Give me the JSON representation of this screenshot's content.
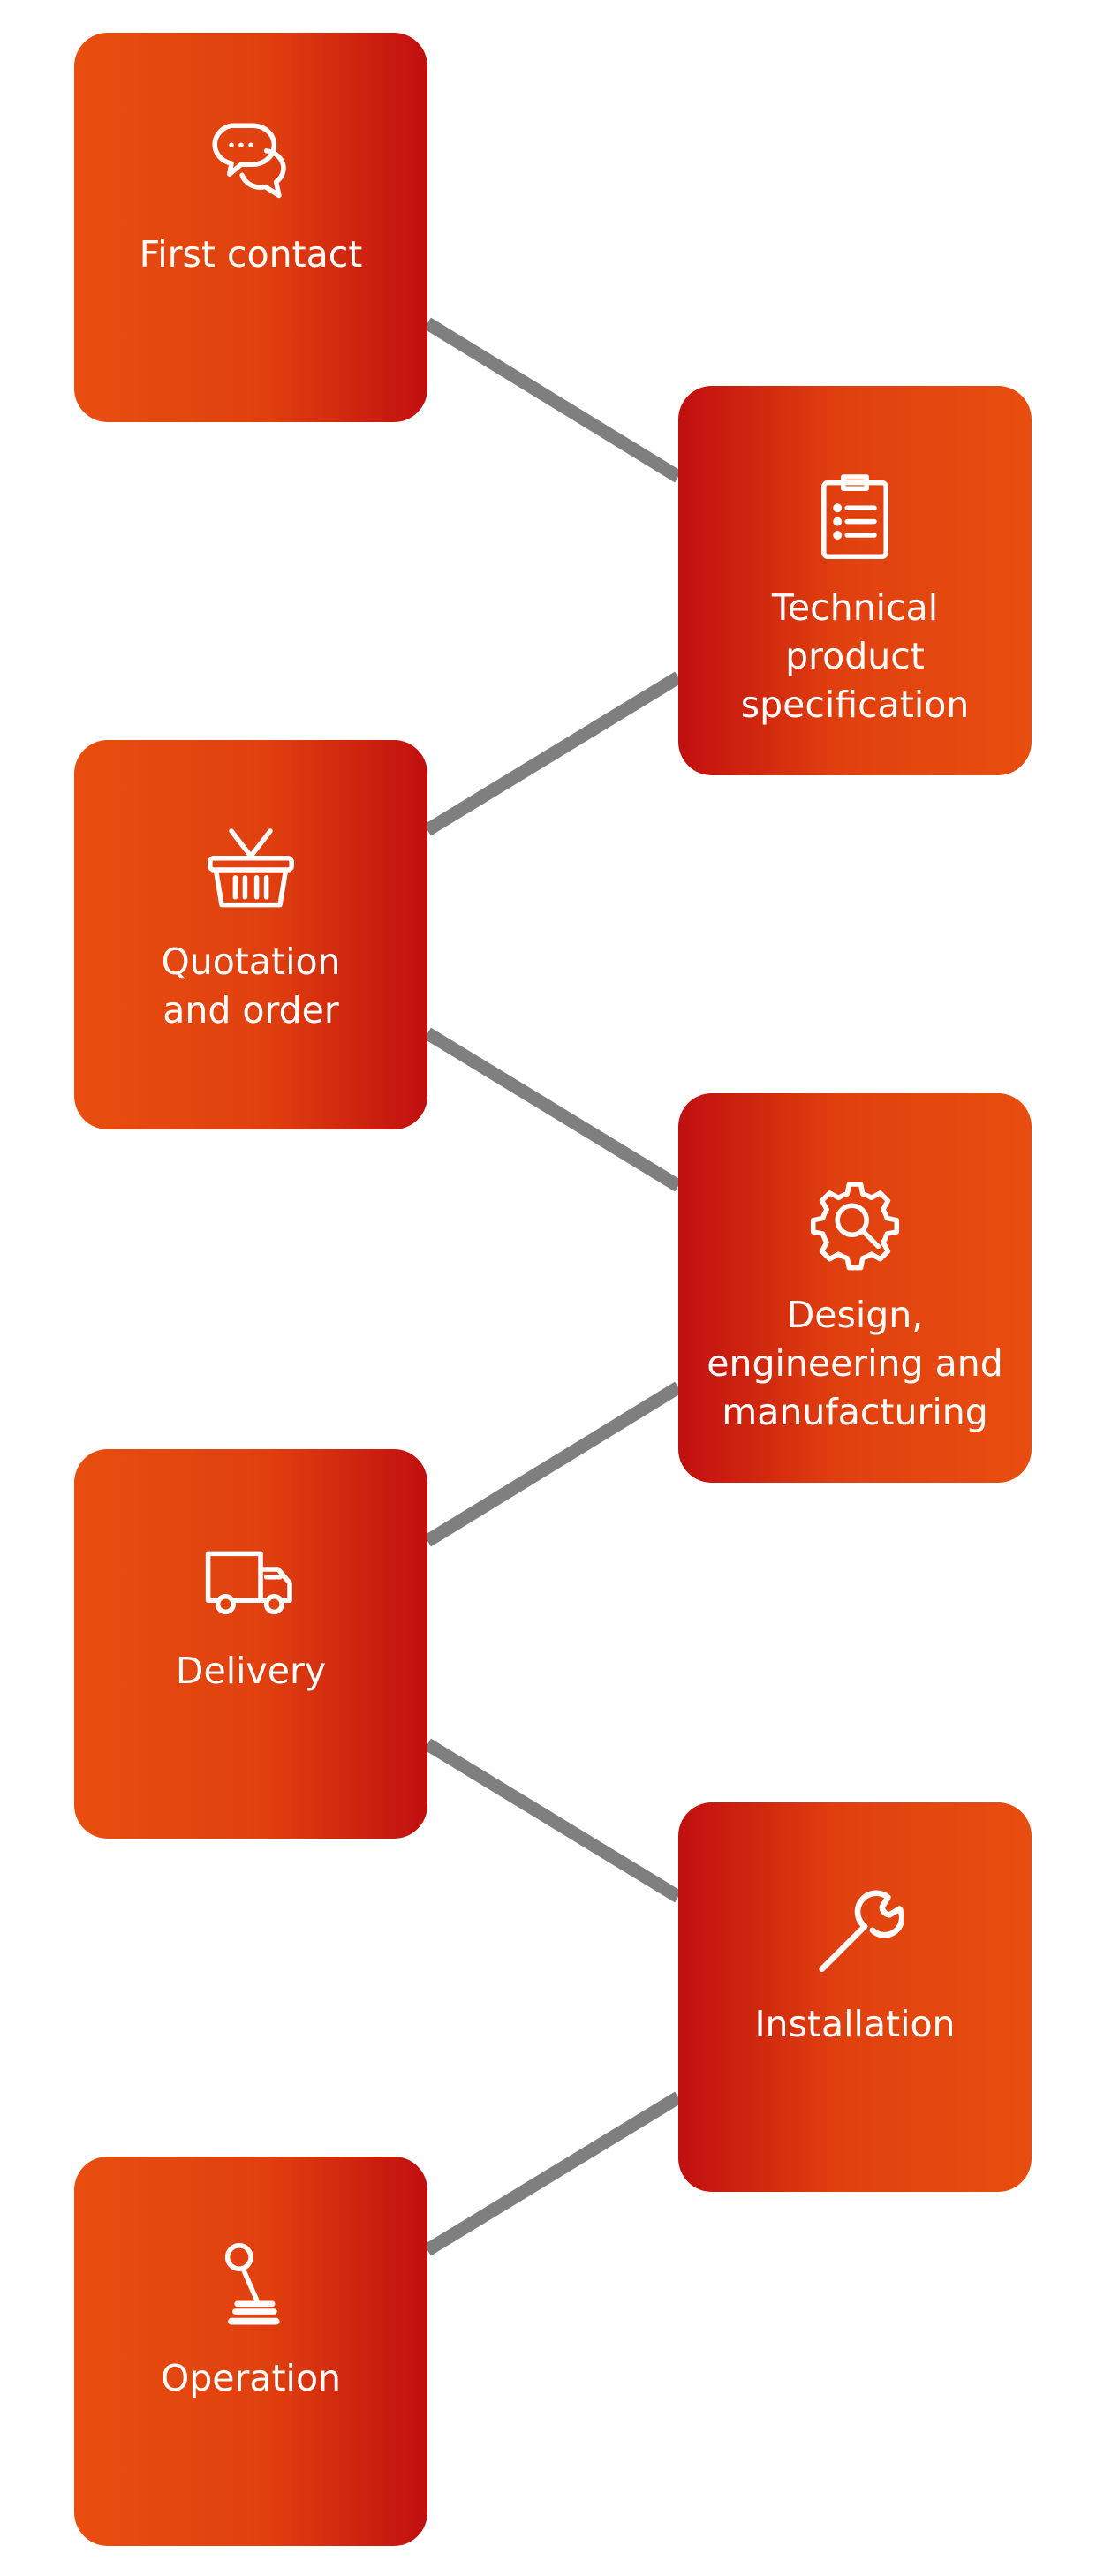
{
  "colors": {
    "box_orange": "#e84e0f",
    "box_red": "#c00f0f",
    "connector": "#7f7f7f",
    "text": "#ffffff"
  },
  "steps": [
    {
      "label": "First contact",
      "icon": "speech-bubbles-icon"
    },
    {
      "label": "Technical\nproduct\nspecification",
      "icon": "clipboard-list-icon"
    },
    {
      "label": "Quotation\nand order",
      "icon": "shopping-basket-icon"
    },
    {
      "label": "Design,\nengineering and\nmanufacturing",
      "icon": "gear-search-icon"
    },
    {
      "label": "Delivery",
      "icon": "truck-icon"
    },
    {
      "label": "Installation",
      "icon": "wrench-icon"
    },
    {
      "label": "Operation",
      "icon": "joystick-icon"
    }
  ]
}
